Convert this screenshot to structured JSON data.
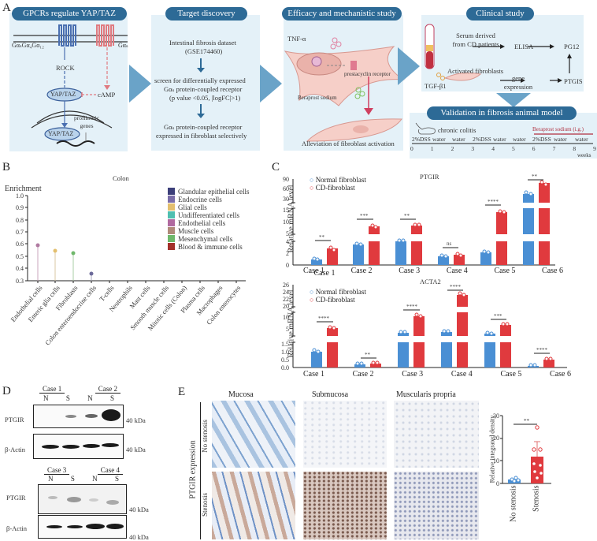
{
  "panelA": {
    "letter": "A",
    "gpcr": {
      "title": "GPCRs regulate YAP/TAZ",
      "left_receptor": "GαₛGα₄Gα₁₂",
      "right_receptor": "Gαₛ",
      "rock": "ROCK",
      "yap1": "YAP/TAZ",
      "camp": "cAMP",
      "yap2": "YAP/TAZ",
      "genes": "profibrotic genes"
    },
    "target": {
      "title": "Target discovery",
      "line1": "Intestinal fibrosis dataset",
      "line2": "(GSE174460)",
      "screen1": "screen for differentially expressed",
      "screen2": "Gαₛ protein-coupled receptor",
      "screen3": "(p value <0.05, |logFC|>1)",
      "out1": "Gαₛ protein-coupled receptor",
      "out2": "expressed in fibroblast selectively"
    },
    "efficacy": {
      "title": "Efficacy and mechanistic study",
      "tnf": "TNF-α",
      "receptor": "prostacyclin receptor",
      "drug": "Beraprost sodium",
      "result": "Alleviation of fibroblast activation"
    },
    "clinical": {
      "title": "Clinical study",
      "serum1": "Serum derived",
      "serum2": "from CD patients",
      "elisa": "ELISA",
      "pg12": "PG12",
      "tgf": "TGF-β1",
      "activated": "Activated fibroblasts",
      "gene1": "gene",
      "gene2": "expression",
      "ptgis": "PTGIS"
    },
    "validation": {
      "title": "Validation in fibrosis animal model",
      "colitis": "chronic colitis",
      "drug": "Beraprost sodium (i.g.)",
      "schedule": [
        "2%DSS",
        "water",
        "water",
        "2%DSS",
        "water",
        "water",
        "2%DSS",
        "water",
        "water"
      ],
      "ticks": [
        "0",
        "1",
        "2",
        "3",
        "4",
        "5",
        "6",
        "7",
        "8",
        "9"
      ],
      "unit": "weeks"
    }
  },
  "chart_data": [
    {
      "id": "B",
      "type": "scatter",
      "title": "Colon",
      "ylabel": "Enrichment",
      "xlabel": "",
      "ylim": [
        0.3,
        1.0
      ],
      "yticks": [
        "1.0",
        "0.9",
        "0.8",
        "0.7",
        "0.6",
        "0.5",
        "0.4",
        "0.3"
      ],
      "categories": [
        "Endothelial cells",
        "Enteric glia cells",
        "Fibroblasts",
        "Colon enteroendocrine cells",
        "T-cells",
        "Neutrophils",
        "Mast cells",
        "Smooth muscle cells",
        "Mitotic cells (Colon)",
        "Plasma cells",
        "Macrophages",
        "Colon enterocytes"
      ],
      "values": [
        0.57,
        0.53,
        0.51,
        0.34,
        null,
        null,
        null,
        null,
        null,
        null,
        null,
        null
      ],
      "point_colors": [
        "#b07aa1",
        "#e3bf6e",
        "#6fb86b",
        "#6c6a9a"
      ],
      "legend": [
        {
          "label": "Glandular epithelial cells",
          "color": "#3c3f7a"
        },
        {
          "label": "Endocrine cells",
          "color": "#7a6da8"
        },
        {
          "label": "Glial cells",
          "color": "#e3bf6e"
        },
        {
          "label": "Undifferentiated cells",
          "color": "#4fbfb0"
        },
        {
          "label": "Endothelial cells",
          "color": "#b06aa0"
        },
        {
          "label": "Muscle cells",
          "color": "#b08a7a"
        },
        {
          "label": "Mesenchymal cells",
          "color": "#6fb86b"
        },
        {
          "label": "Blood & immune cells",
          "color": "#a3302a"
        }
      ],
      "legend_position": "upper right",
      "grid": false
    },
    {
      "id": "C-PTGIR",
      "type": "bar",
      "title": "PTGIR",
      "ylabel": "Relative mRNA level",
      "yticks": [
        "0",
        "2",
        "4",
        "5",
        "10",
        "15",
        "30",
        "60",
        "90"
      ],
      "axis_breaks": true,
      "categories": [
        "Case 1",
        "Case 2",
        "Case 3",
        "Case 4",
        "Case 5",
        "Case 6"
      ],
      "series": [
        {
          "name": "Normal fibroblast",
          "color": "#4a8fd4",
          "values": [
            1.0,
            3.4,
            3.9,
            1.5,
            2.2,
            43
          ]
        },
        {
          "name": "CD-fibroblast",
          "color": "#e03a3e",
          "values": [
            2.8,
            7.0,
            7.5,
            1.8,
            13.5,
            78
          ]
        }
      ],
      "significance": [
        "**",
        "***",
        "**",
        "ns",
        "****",
        "**"
      ]
    },
    {
      "id": "C-ACTA2",
      "type": "bar",
      "title": "ACTA2",
      "ylabel": "Relative mRNA level",
      "yticks": [
        "0.0",
        "0.5",
        "1.0",
        "1.5",
        "5",
        "10",
        "20",
        "22",
        "24",
        "26"
      ],
      "axis_breaks": true,
      "categories": [
        "Case 1",
        "Case 2",
        "Case 3",
        "Case 4",
        "Case 5",
        "Case 6"
      ],
      "series": [
        {
          "name": "Normal fibroblast",
          "color": "#4a8fd4",
          "values": [
            1.0,
            0.2,
            2.0,
            2.2,
            1.8,
            0.1
          ]
        },
        {
          "name": "CD-fibroblast",
          "color": "#e03a3e",
          "values": [
            4.5,
            0.25,
            10.0,
            23.0,
            7.5,
            0.5
          ]
        }
      ],
      "significance": [
        "****",
        "**",
        "****",
        "****",
        "***",
        "****"
      ]
    },
    {
      "id": "E-quant",
      "type": "bar",
      "title": "",
      "ylabel": "Relative integrated density",
      "ylim": [
        0,
        30
      ],
      "yticks": [
        "0",
        "10",
        "20",
        "30"
      ],
      "categories": [
        "No stenosis",
        "Stenosis"
      ],
      "values": [
        1.8,
        12
      ],
      "colors": [
        "#4a8fd4",
        "#e03a3e"
      ],
      "significance": "**"
    }
  ],
  "panelD": {
    "letter": "D",
    "top": {
      "cases": [
        "Case 1",
        "Case 2"
      ],
      "lanes": [
        "N",
        "S",
        "N",
        "S"
      ]
    },
    "bottom": {
      "cases": [
        "Case 3",
        "Case 4"
      ],
      "lanes": [
        "N",
        "S",
        "N",
        "S"
      ]
    },
    "rows": [
      "PTGIR",
      "β-Actin"
    ],
    "marker": "40 kDa"
  },
  "panelE": {
    "letter": "E",
    "columns": [
      "Mucosa",
      "Submucosa",
      "Muscularis propria"
    ],
    "rows": [
      "No stenosis",
      "Stenosis"
    ],
    "side_label": "PTGIR expression"
  },
  "panelB_letter": "B",
  "panelC_letter": "C"
}
